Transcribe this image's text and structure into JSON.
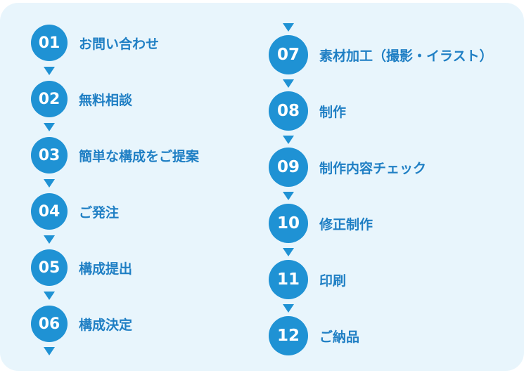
{
  "colors": {
    "panel": "#e8f5fc",
    "accent": "#1f92d4",
    "label": "#1f7fc4"
  },
  "left_steps": [
    {
      "num": "01",
      "label": "お問い合わせ"
    },
    {
      "num": "02",
      "label": "無料相談"
    },
    {
      "num": "03",
      "label": "簡単な構成をご提案"
    },
    {
      "num": "04",
      "label": "ご発注"
    },
    {
      "num": "05",
      "label": "構成提出"
    },
    {
      "num": "06",
      "label": "構成決定"
    }
  ],
  "right_steps": [
    {
      "num": "07",
      "label": "素材加工（撮影・イラスト）"
    },
    {
      "num": "08",
      "label": "制作"
    },
    {
      "num": "09",
      "label": "制作内容チェック"
    },
    {
      "num": "10",
      "label": "修正制作"
    },
    {
      "num": "11",
      "label": "印刷"
    },
    {
      "num": "12",
      "label": "ご納品"
    }
  ]
}
